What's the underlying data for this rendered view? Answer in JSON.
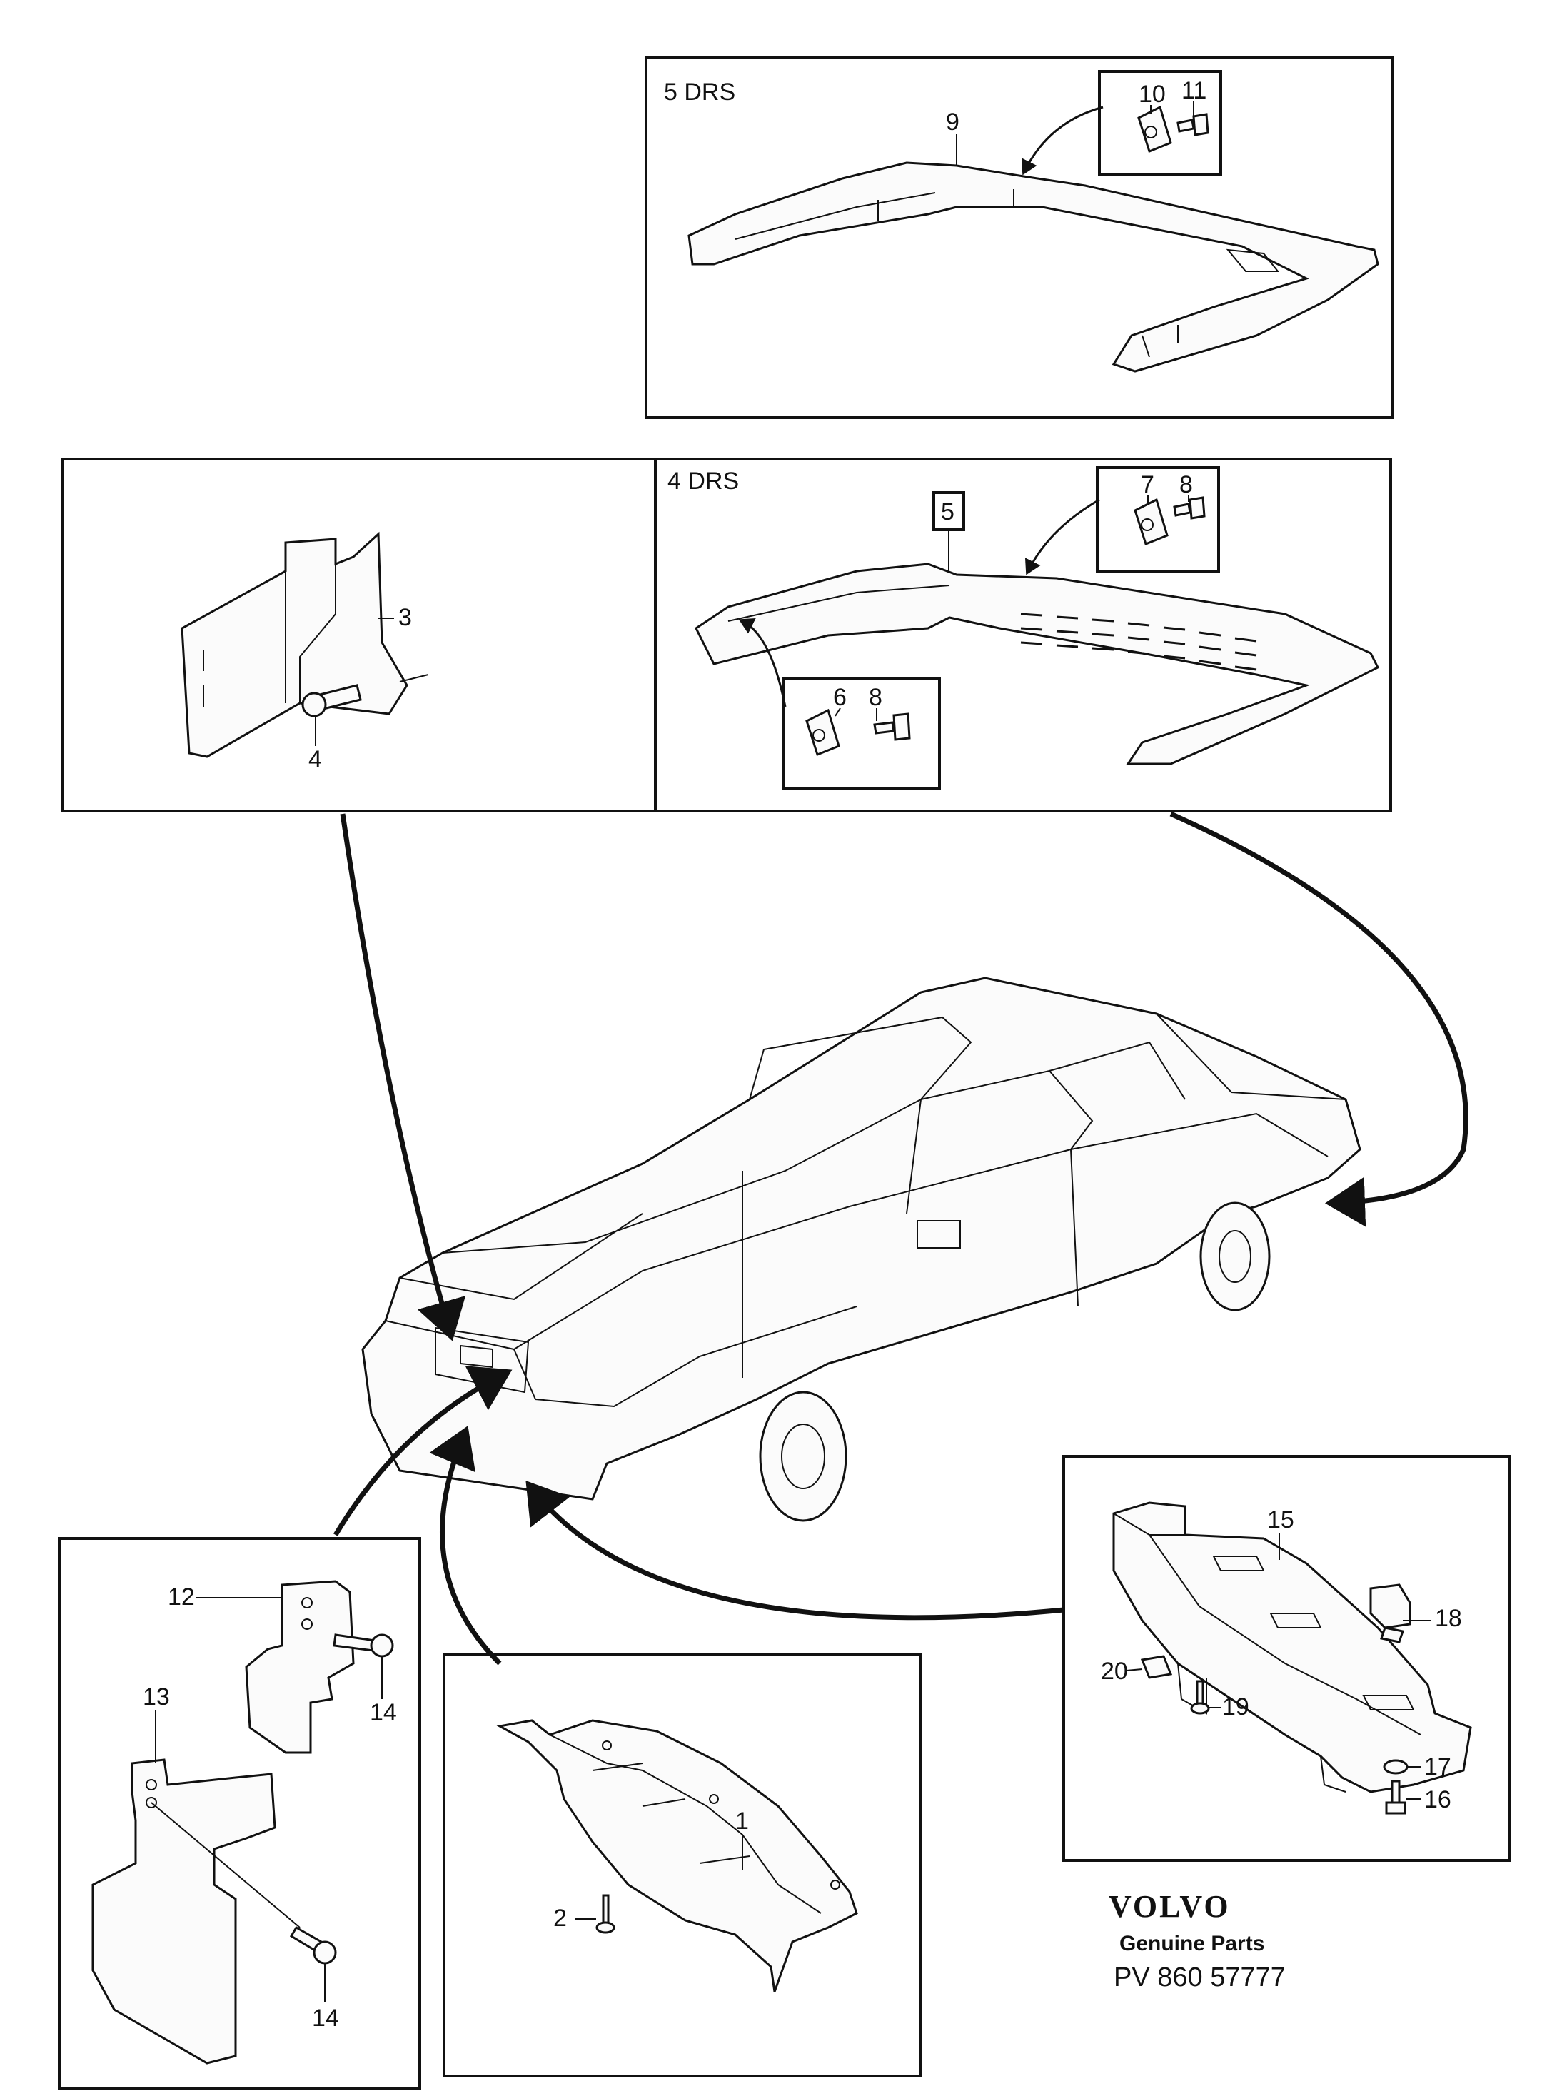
{
  "panels": {
    "five_door": {
      "header": "5 DRS",
      "callouts": [
        "9",
        "10",
        "11"
      ]
    },
    "four_door": {
      "header": "4 DRS",
      "callouts": [
        "5",
        "6",
        "7",
        "8",
        "8"
      ]
    },
    "bracket_upper_left": {
      "callouts": [
        "3",
        "4"
      ]
    },
    "bracket_lower_left": {
      "callouts": [
        "12",
        "13",
        "14",
        "14"
      ]
    },
    "lower_middle": {
      "callouts": [
        "1",
        "2"
      ]
    },
    "lower_right": {
      "callouts": [
        "15",
        "16",
        "17",
        "18",
        "19",
        "20"
      ]
    }
  },
  "brand": {
    "logo": "VOLVO",
    "tagline": "Genuine Parts",
    "part_number": "PV 860 57777"
  }
}
